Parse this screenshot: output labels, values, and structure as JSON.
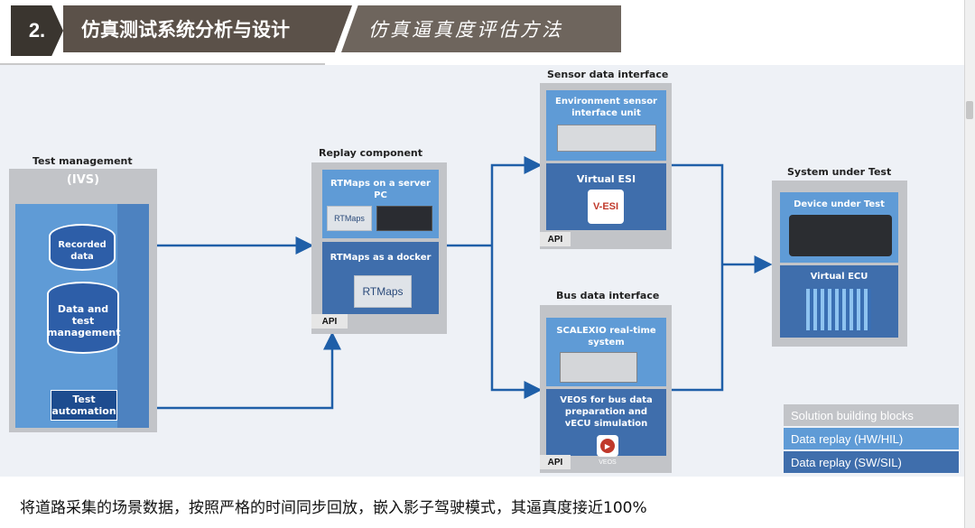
{
  "header": {
    "number": "2.",
    "title": "仿真测试系统分析与设计",
    "subtitle": "仿真逼真度评估方法"
  },
  "diagram": {
    "test_management": {
      "label": "Test management",
      "ivs": "(IVS)",
      "recorded_data": [
        "Recorded",
        "data"
      ],
      "data_and_test": [
        "Data and",
        "test",
        "management"
      ],
      "test_automation": [
        "Test",
        "automation"
      ]
    },
    "replay": {
      "label": "Replay component",
      "rtmaps_server": [
        "RTMaps on a server",
        "PC"
      ],
      "rtmaps_docker": "RTMaps as a docker",
      "rtmaps_logo": "RTMaps",
      "api": "API"
    },
    "sensor": {
      "label": "Sensor data interface",
      "env_unit": [
        "Environment sensor",
        "interface unit"
      ],
      "virtual_esi": "Virtual ESI",
      "vesi_logo": "V-ESI",
      "api": "API"
    },
    "bus": {
      "label": "Bus data interface",
      "scalexio": [
        "SCALEXIO real-time",
        "system"
      ],
      "veos": [
        "VEOS for bus data",
        "preparation and",
        "vECU simulation"
      ],
      "veos_logo": "VEOS",
      "api": "API"
    },
    "sut": {
      "label": "System under Test",
      "device": "Device under Test",
      "virtual_ecu": "Virtual ECU"
    },
    "legend": [
      {
        "label": "Solution building blocks",
        "color": "#c2c4c8"
      },
      {
        "label": "Data replay (HW/HIL)",
        "color": "#5f9bd6"
      },
      {
        "label": "Data replay (SW/SIL)",
        "color": "#3f6eac"
      }
    ]
  },
  "caption": "将道路采集的场景数据，按照严格的时间同步回放，嵌入影子驾驶模式，其逼真度接近100%",
  "colors": {
    "arrow": "#1f5fa8",
    "group": "#c2c4c8",
    "hw": "#5f9bd6",
    "sw": "#3f6eac"
  }
}
